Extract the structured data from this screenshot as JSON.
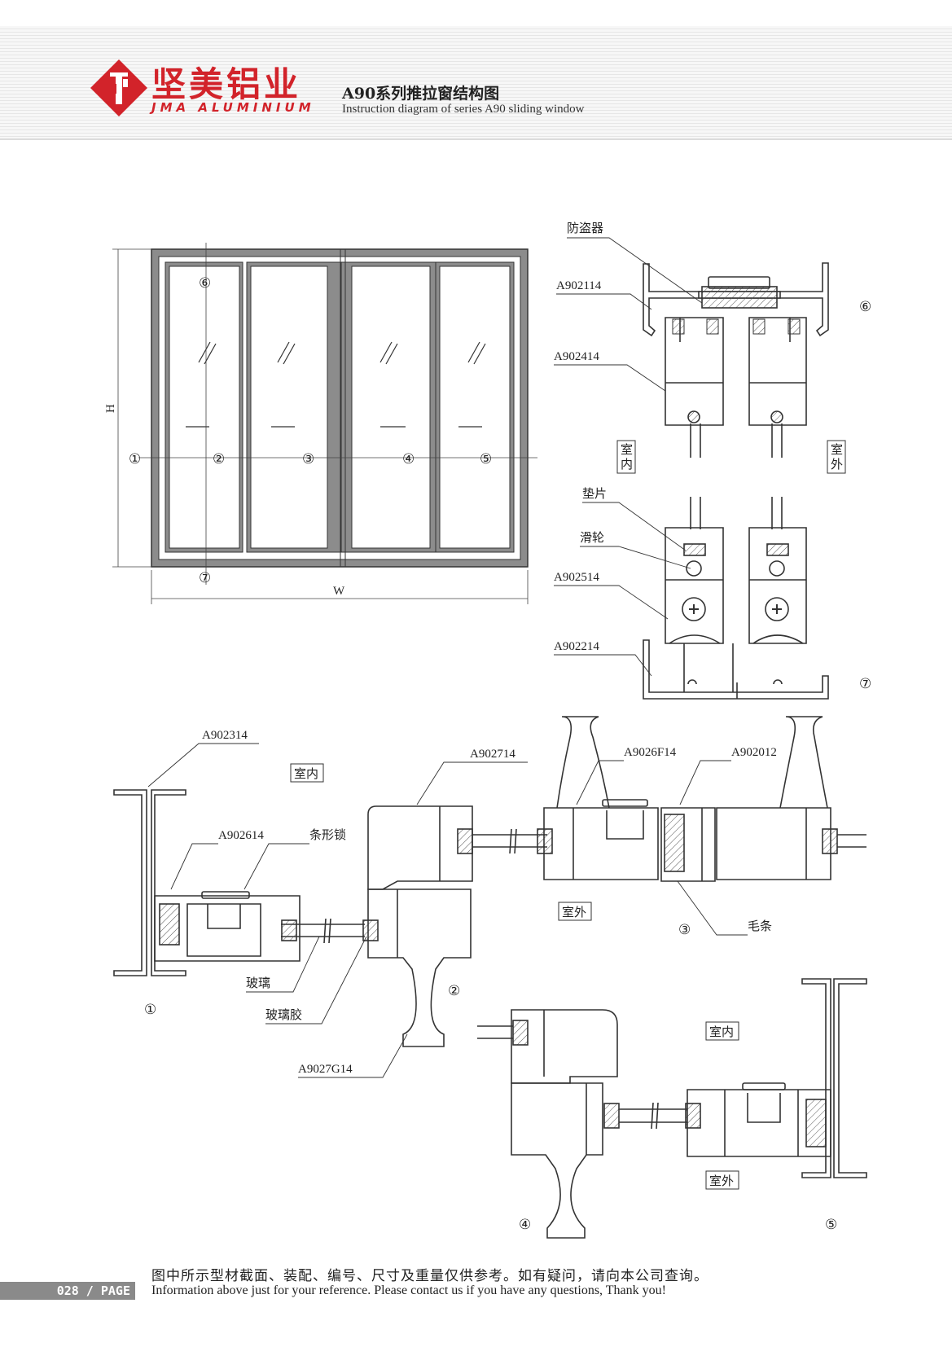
{
  "header": {
    "brand_cn": "坚美铝业",
    "brand_en": "JMA ALUMINIUM",
    "title_cn": "A90系列推拉窗结构图",
    "title_en": "Instruction diagram of series A90 sliding window",
    "brand_color": "#d2232a"
  },
  "elevation": {
    "height_label": "H",
    "width_label": "W",
    "markers": [
      "①",
      "②",
      "③",
      "④",
      "⑤",
      "⑥",
      "⑦"
    ]
  },
  "sections": {
    "top": {
      "marker": "⑥",
      "labels": [
        "防盗器",
        "A902114",
        "A902414"
      ],
      "indoor": "室内",
      "outdoor": "室外"
    },
    "bottom": {
      "marker": "⑦",
      "labels": [
        "垫片",
        "滑轮",
        "A902514",
        "A902214"
      ]
    },
    "horizontal_upper": {
      "markers": [
        "①",
        "②",
        "③"
      ],
      "labels": [
        "A902314",
        "A902614",
        "条形锁",
        "A902714",
        "A9026F14",
        "A902012",
        "毛条",
        "玻璃",
        "玻璃胶",
        "A9027G14"
      ],
      "indoor": "室内",
      "outdoor": "室外"
    },
    "horizontal_lower": {
      "markers": [
        "④",
        "⑤"
      ],
      "indoor": "室内",
      "outdoor": "室外"
    }
  },
  "footer": {
    "note_cn": "图中所示型材截面、装配、编号、尺寸及重量仅供参考。如有疑问，请向本公司查询。",
    "note_en": "Information above just for your reference. Please contact us if you have any questions, Thank you!",
    "page": "028 / PAGE"
  }
}
